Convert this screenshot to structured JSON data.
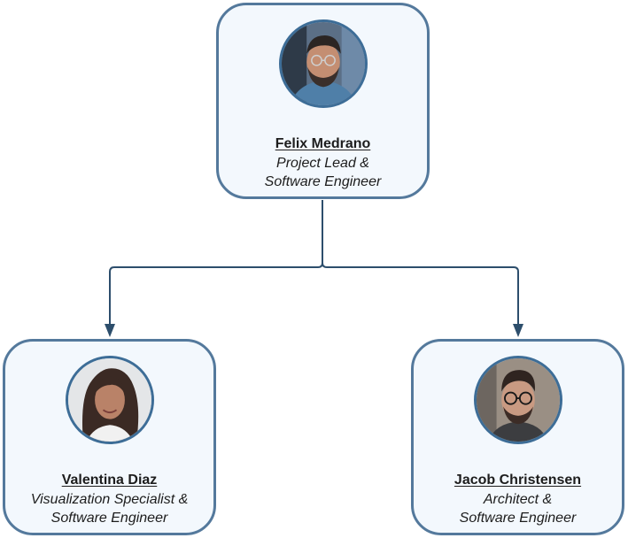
{
  "colors": {
    "card_fill": "#f3f8fd",
    "card_border": "#54799c",
    "connector": "#2d4e6c",
    "avatar_ring": "#3d6d97"
  },
  "team": {
    "lead": {
      "name": "Felix Medrano",
      "role_line1": "Project Lead &",
      "role_line2": "Software Engineer",
      "avatar_icon": "person-photo-glasses-beard"
    },
    "members": [
      {
        "name": "Valentina Diaz",
        "role_line1": "Visualization Specialist &",
        "role_line2": "Software Engineer",
        "avatar_icon": "person-photo-long-hair"
      },
      {
        "name": "Jacob Christensen",
        "role_line1": "Architect &",
        "role_line2": "Software Engineer",
        "avatar_icon": "person-photo-glasses-beard"
      }
    ]
  }
}
